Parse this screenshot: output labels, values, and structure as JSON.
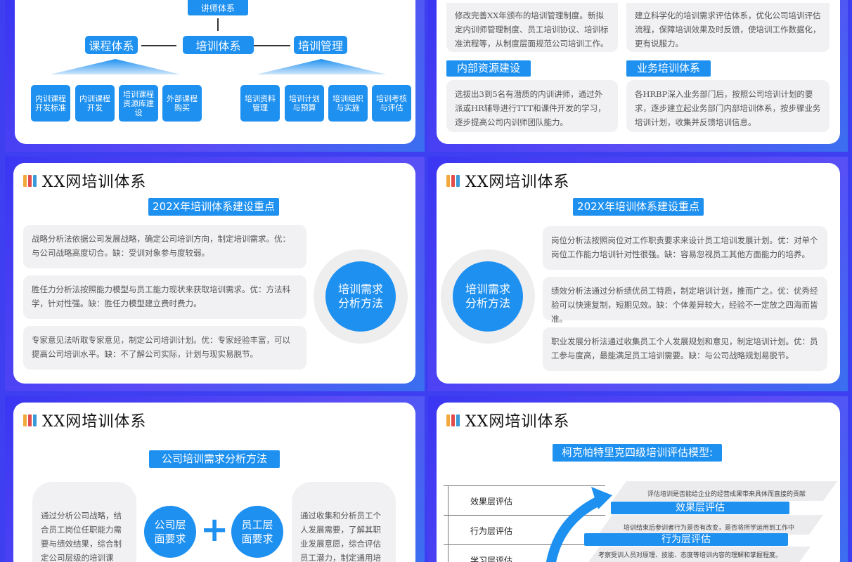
{
  "header": {
    "title": "XX网培训体系"
  },
  "slide1": {
    "top_node": "讲师体系",
    "center_node": "培训体系",
    "left_node": "课程体系",
    "right_node": "培训管理",
    "left_items": [
      "内训课程开发标准",
      "内训课程开发",
      "培训课程资源库建设",
      "外部课程购买"
    ],
    "right_items": [
      "培训资料管理",
      "培训计划与预算",
      "培训组织与实施",
      "培训考核与评估"
    ]
  },
  "slide2": {
    "box1": "修改完善XX年颁布的培训管理制度。新拟定内训师管理制度、员工培训协议、培训标准流程等，从制度层面规范公司培训工作。",
    "box2": "建立科学化的培训需求评估体系，优化公司培训评估流程，保障培训效果及时反馈，使培训工作数据化，更有说服力。",
    "label3": "内部资源建设",
    "box3": "选拔出3到5名有潜质的内训讲师，通过外派或HR辅导进行TTT和课件开发的学习，逐步提高公司内训师团队能力。",
    "label4": "业务培训体系",
    "box4": "各HRBP深入业务部门后，按照公司培训计划的要求，逐步建立起业务部门内部培训体系，按步骤业务培训计划，收集并反馈培训信息。"
  },
  "slide3": {
    "subtitle": "202X年培训体系建设重点",
    "circle": "培训需求分析方法",
    "boxes": [
      "战略分析法依据公司发展战略，确定公司培训方向，制定培训需求。优：与公司战略高度切合。缺：受训对象参与度较弱。",
      "胜任力分析法按照能力模型与员工能力现状来获取培训需求。优：方法科学，针对性强。缺：胜任力模型建立费时费力。",
      "专家意见法听取专家意见，制定公司培训计划。优：专家经验丰富，可以提高公司培训水平。缺：不了解公司实际，计划与现实易脱节。"
    ]
  },
  "slide4": {
    "subtitle": "202X年培训体系建设重点",
    "circle": "培训需求分析方法",
    "boxes": [
      "岗位分析法按照岗位对工作职责要求来设计员工培训发展计划。优：对单个岗位工作能力培训针对性很强。缺：容易忽视员工其他方面能力的培养。",
      "绩效分析法通过分析绩优员工特质，制定培训计划，推而广之。优：优秀经验可以快速复制，短期见效。缺：个体差异较大，经验不一定放之四海而皆准。",
      "职业发展分析法通过收集员工个人发展规划和意见，制定培训计划。优：员工参与度高，最能满足员工培训需要。缺：与公司战略规划易脱节。"
    ]
  },
  "slide5": {
    "subtitle": "公司培训需求分析方法",
    "left_text": "通过分析公司战略，结合员工岗位任职能力需要与绩效结果，综合制定公司层级的培训课程。",
    "circle_left": "公司层面要求",
    "plus": "+",
    "circle_right": "员工层面要求",
    "right_text": "通过收集和分析员工个人发展需要，了解其职业发展意愿，综合评估员工潜力，制定通用培训课程。"
  },
  "slide6": {
    "subtitle": "柯克帕特里克四级培训评估模型:",
    "levels": [
      "效果层评估",
      "行为层评估",
      "学习层评估"
    ],
    "bar1_title": "效果层评估",
    "bar1_text": "评估培训是否能给企业的经营成果带来具体而直接的贡献",
    "bar2_title": "行为层评估",
    "bar2_text": "培训结束后参训者行为是否有改变，是否将所学运用到工作中",
    "bar3_text": "考察受训人员对原理、技能、态度等培训内容的理解和掌握程度。"
  },
  "colors": {
    "accent": "#1e90f0",
    "background": "#3d3ff0",
    "card": "#ffffff",
    "box": "#f1f1f3"
  }
}
